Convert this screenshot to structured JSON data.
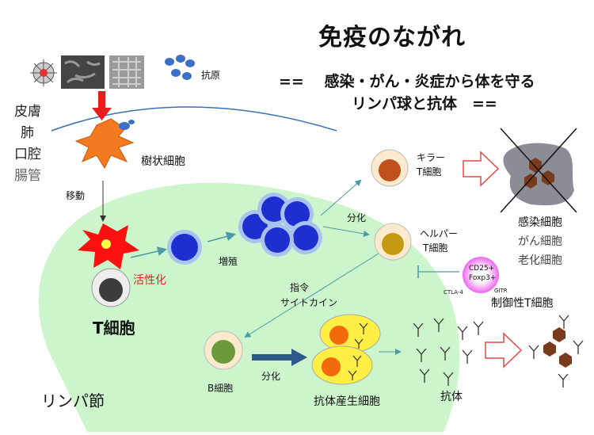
{
  "header": {
    "title": "免疫のながれ",
    "subtitle_line1": "==　 感染・がん・炎症から体を守る",
    "subtitle_line2": "リンパ球と抗体　=="
  },
  "labels": {
    "antigen": "抗原",
    "skin": "皮膚",
    "lung": "肺",
    "oral": "口腔",
    "intestine": "腸管",
    "dendritic": "樹状細胞",
    "migration": "移動",
    "activation": "活性化",
    "t_cell": "T細胞",
    "proliferation": "増殖",
    "differentiation_top": "分化",
    "killer_t_1": "キラー",
    "killer_t_2": "T細胞",
    "helper_t_1": "ヘルパー",
    "helper_t_2": "T細胞",
    "command": "指令",
    "cytokine": "サイトカイン",
    "infected": "感染細胞",
    "cancer": "がん細胞",
    "aging": "老化細胞",
    "regulatory_t": "制御性T細胞",
    "cd25": "CD25+",
    "foxp3": "Foxp3+",
    "ctla4": "CTLA-4",
    "gitr": "GITR",
    "b_cell": "B細胞",
    "differentiation_bottom": "分化",
    "plasma": "抗体産生細胞",
    "antibody": "抗体",
    "lymph_node": "リンパ節"
  },
  "colors": {
    "lymph_node_fill": "#ccf5cc",
    "dendritic": "#f47a1f",
    "activated_dendritic": "#ff1010",
    "arrow": "#4a9aa8",
    "down_arrow": "#e81e1e",
    "b_arrow": "#2e5a8a",
    "killer_nucleus": "#c0501c",
    "helper_nucleus": "#c49a12",
    "b_nucleus": "#6a9a3c",
    "prolif_cell": "#1e2fd0",
    "regulatory": "#ee66ee",
    "plasma_fill": "#ffee44",
    "infected_fill": "#8c8c96",
    "hexagon": "#7a3a1c"
  }
}
